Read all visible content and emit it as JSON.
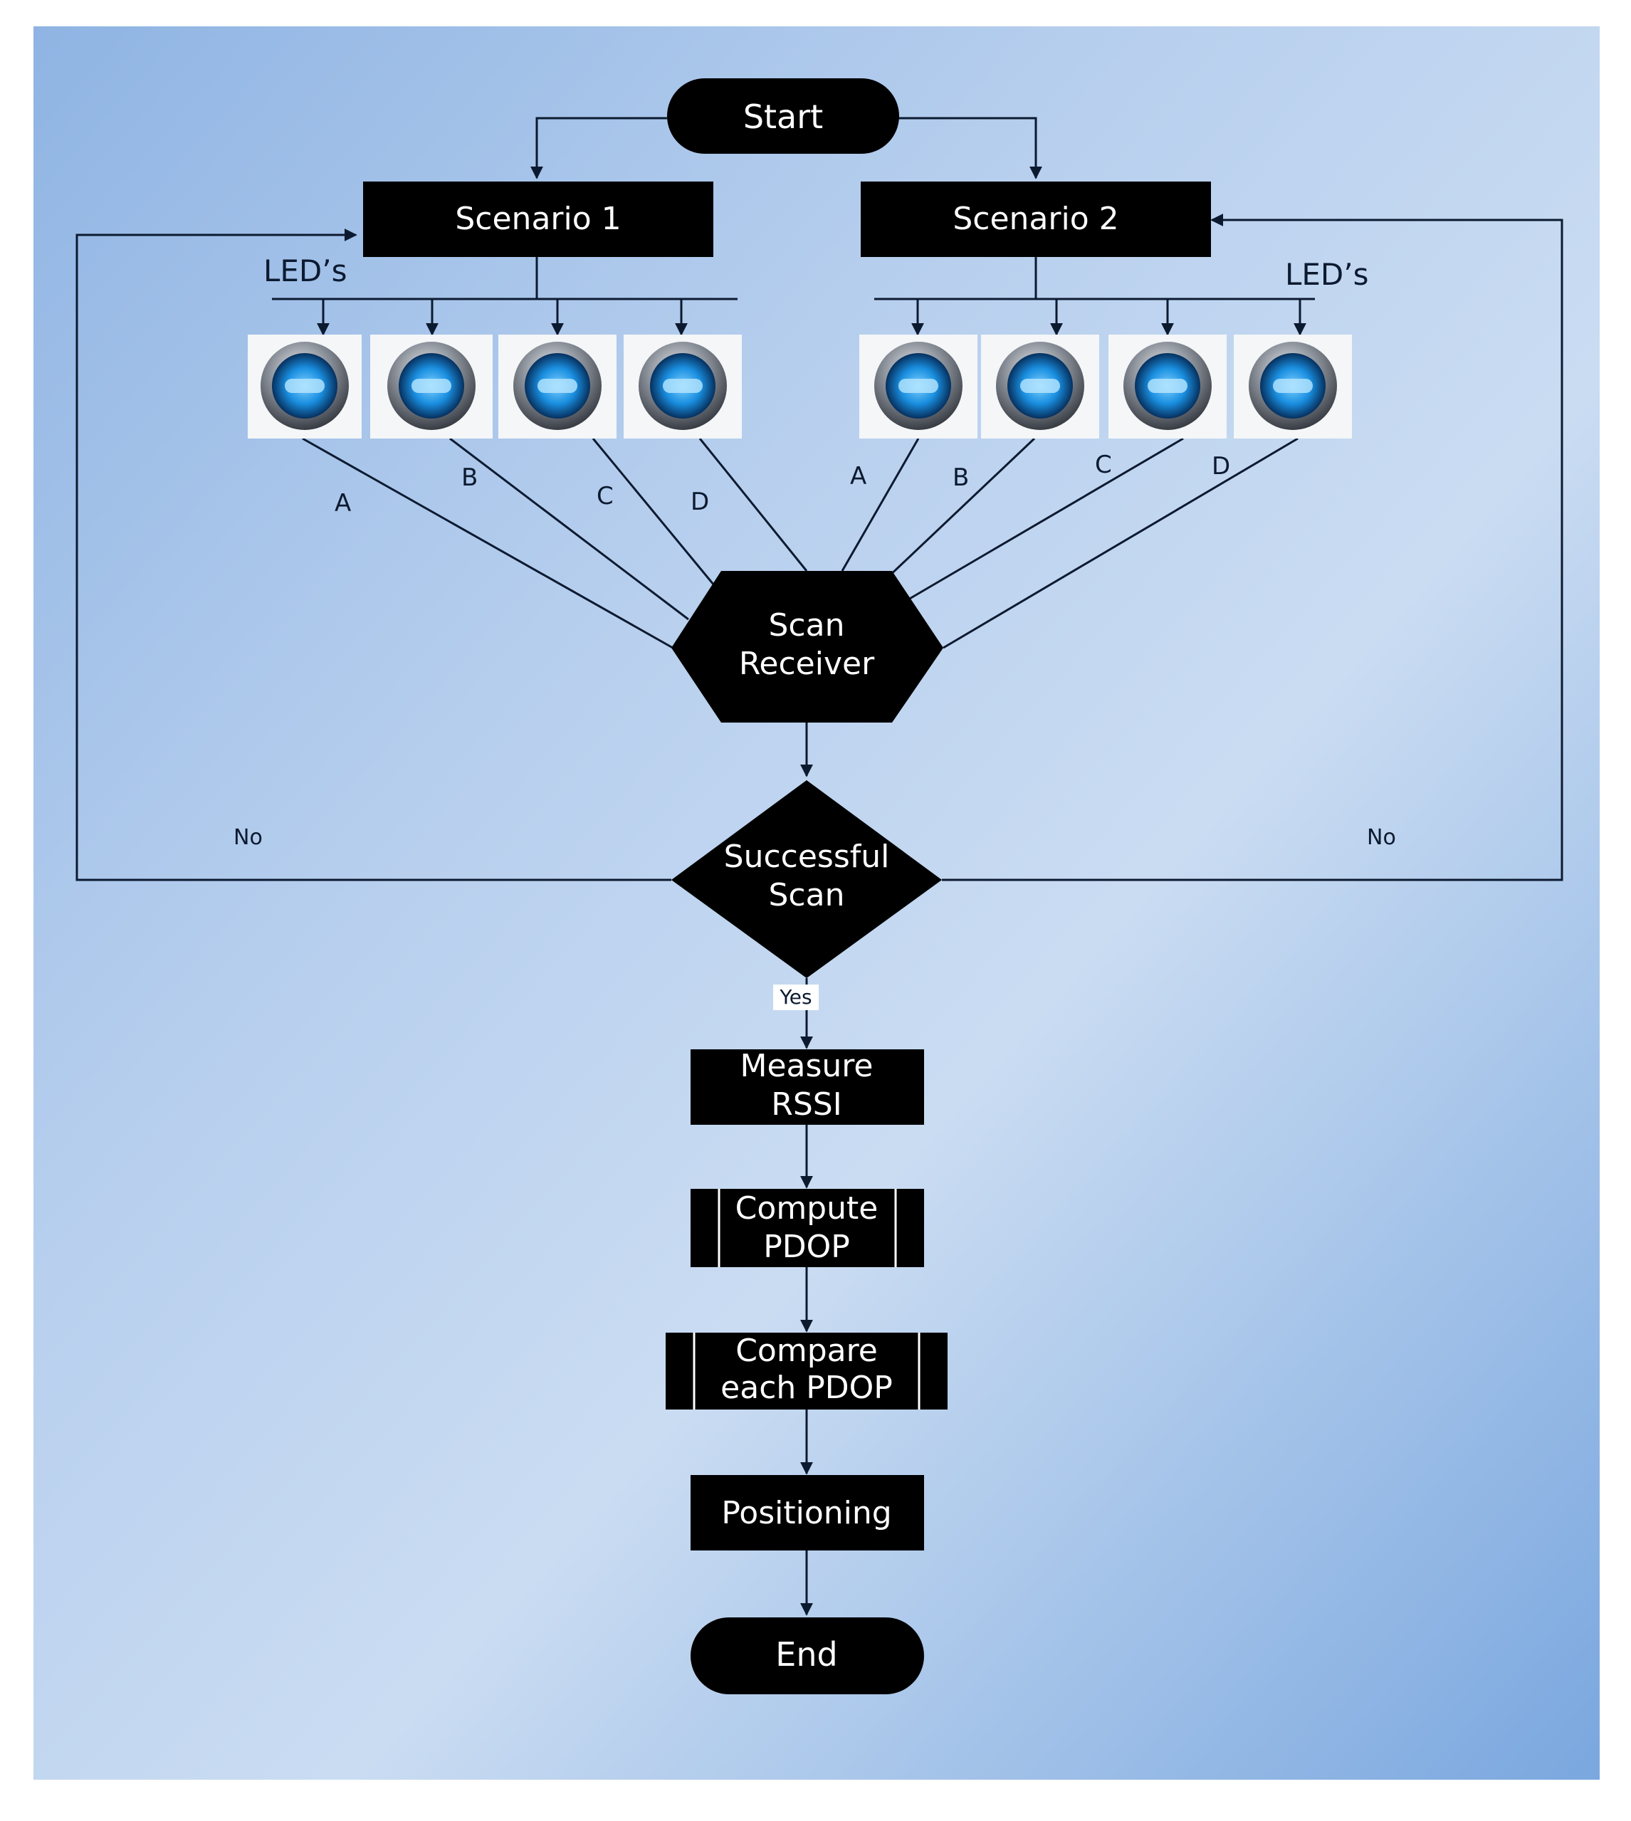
{
  "nodes": {
    "start": "Start",
    "scenario1": "Scenario 1",
    "scenario2": "Scenario 2",
    "leds_left": "LED’s",
    "leds_right": "LED’s",
    "scan_receiver": [
      "Scan",
      "Receiver"
    ],
    "successful_scan": [
      "Successful",
      "Scan"
    ],
    "measure_rssi": [
      "Measure",
      "RSSI"
    ],
    "compute_pdop": [
      "Compute",
      "PDOP"
    ],
    "compare_pdop": [
      "Compare",
      "each PDOP"
    ],
    "positioning": "Positioning",
    "end": "End"
  },
  "led_labels": {
    "scenario1": [
      "A",
      "B",
      "C",
      "D"
    ],
    "scenario2": [
      "A",
      "B",
      "C",
      "D"
    ]
  },
  "edge_labels": {
    "no_left": "No",
    "no_right": "No",
    "yes": "Yes"
  },
  "colors": {
    "background_light": "#d2e2f4",
    "background_dark": "#7aa7df",
    "node_fill": "#000000",
    "node_text": "#ffffff",
    "line": "#0c1a30",
    "led_blue": "#1a8fe0"
  }
}
